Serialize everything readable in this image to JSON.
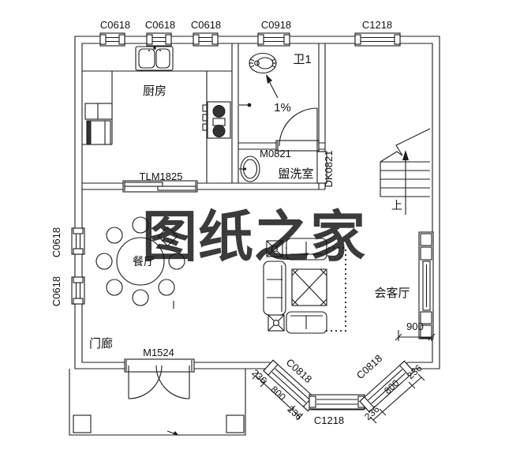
{
  "watermark": {
    "text": "图纸之家",
    "color": "#d93a2f"
  },
  "rooms": {
    "kitchen": {
      "label": "厨房"
    },
    "bathroom": {
      "label": "卫1",
      "slope_note": "1%"
    },
    "washroom": {
      "label": "盥洗室"
    },
    "dining": {
      "label": "餐厅"
    },
    "living": {
      "label": "会客厅"
    },
    "porch": {
      "label": "门廊"
    },
    "stairs": {
      "up_label": "上"
    }
  },
  "openings": {
    "top_windows": [
      "C0618",
      "C0618",
      "C0618",
      "C0918",
      "C1218"
    ],
    "left_windows": [
      "C0618",
      "C0618"
    ],
    "bay_windows": {
      "left": "C0818",
      "bottom": "C1218",
      "right": "C0818"
    },
    "kitchen_sliding_door": "TLM1825",
    "bath_door": "M0821",
    "washroom_opening": "DK0821",
    "entry_door": "M1524"
  },
  "dimensions": {
    "bay_left": [
      "236",
      "800",
      "236"
    ],
    "bay_right": [
      "236",
      "800",
      "236"
    ],
    "right_side": "900"
  }
}
